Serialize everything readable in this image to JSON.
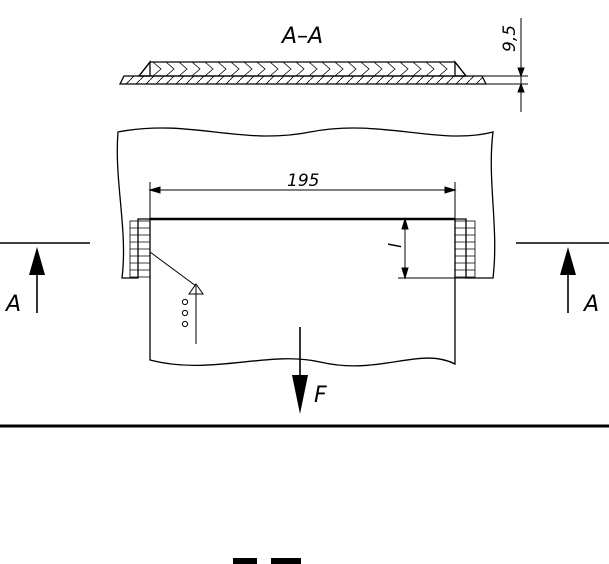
{
  "section": {
    "title": "A–A",
    "thickness_dim": "9,5"
  },
  "plan": {
    "width_dim": "195",
    "overlap_dim": "l",
    "cut_marker_left": "A",
    "cut_marker_right": "A",
    "force_label": "F"
  },
  "colors": {
    "line": "#000000",
    "background": "#ffffff"
  }
}
